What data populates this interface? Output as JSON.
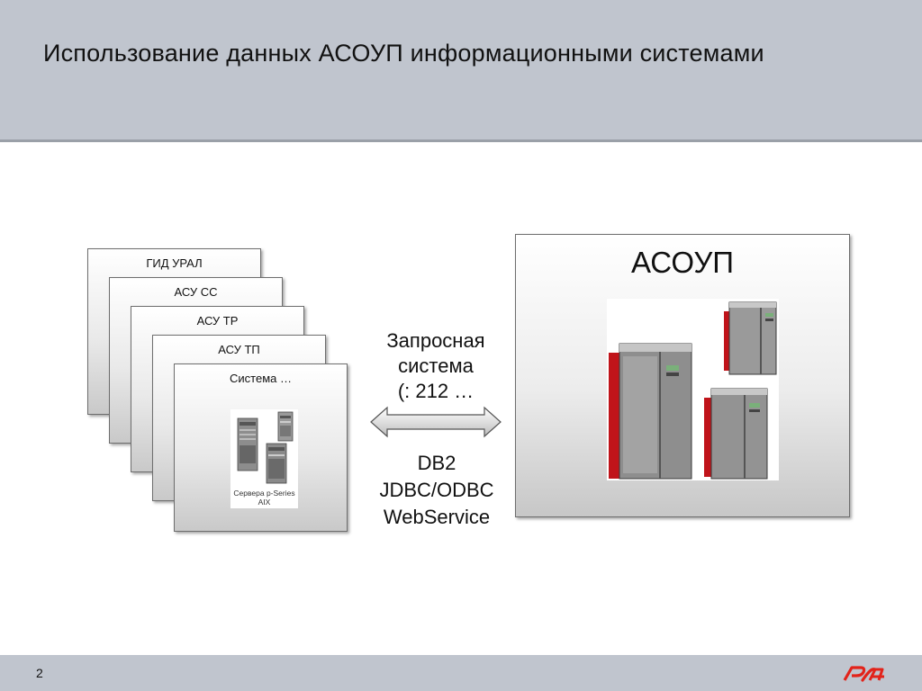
{
  "slide": {
    "title": "Использование данных АСОУП информационными системами",
    "page_number": "2"
  },
  "systems": {
    "cards": [
      {
        "label": "ГИД УРАЛ"
      },
      {
        "label": "АСУ СС"
      },
      {
        "label": "АСУ ТР"
      },
      {
        "label": "АСУ ТП"
      },
      {
        "label": "Система …"
      }
    ],
    "server_caption_line1": "Сервера p-Series",
    "server_caption_line2": "AIX"
  },
  "connection": {
    "query_line1": "Запросная",
    "query_line2": "система",
    "query_line3": "(: 212 …",
    "protocols": [
      "DB2",
      "JDBC/ODBC",
      "WebService"
    ]
  },
  "asoup": {
    "title": "АСОУП"
  },
  "logo": {
    "icon": "rzd-logo",
    "color": "#e2231a"
  }
}
